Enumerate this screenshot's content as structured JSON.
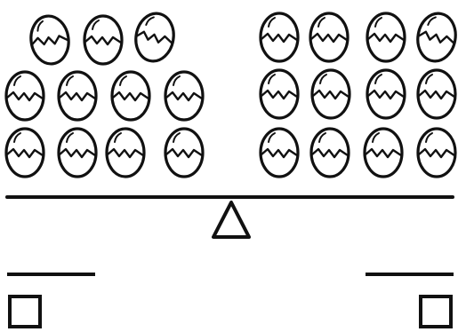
{
  "worksheet": {
    "type": "egg-count-balance-comparison",
    "stroke_color": "#111111",
    "background_color": "#ffffff",
    "left_pan": {
      "egg_count": 11,
      "rows": [
        3,
        4,
        4
      ]
    },
    "right_pan": {
      "egg_count": 12,
      "rows": [
        4,
        4,
        4
      ]
    },
    "answer_line_left": "",
    "answer_line_right": "",
    "checkbox_left": false,
    "checkbox_right": false
  }
}
